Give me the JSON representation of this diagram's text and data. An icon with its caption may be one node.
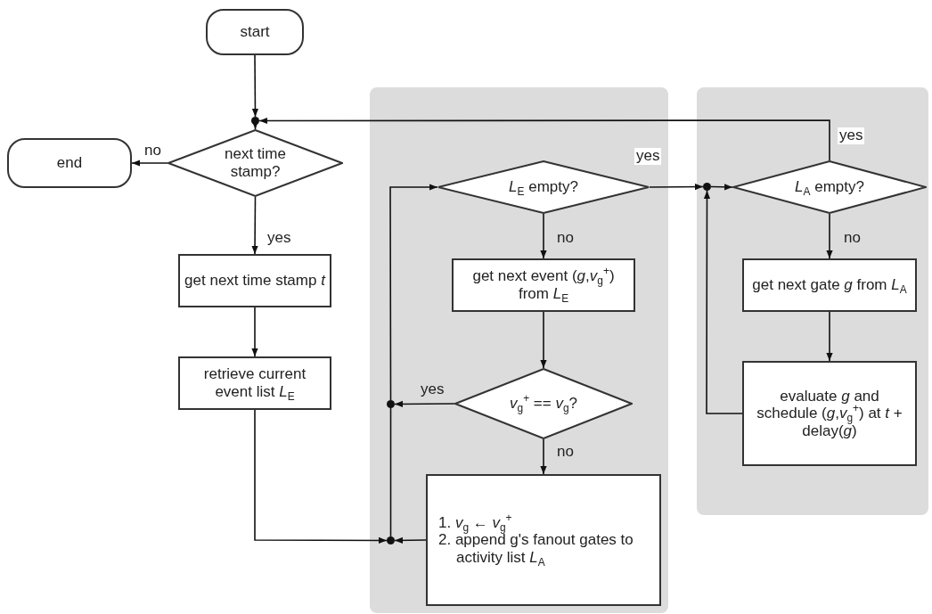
{
  "diagram": {
    "nodes": [
      {
        "text": [
          "start"
        ]
      },
      {
        "text": [],
        "shape": "circle"
      },
      {
        "text": [
          "next time stamp?"
        ]
      },
      {
        "text": [
          "end"
        ]
      },
      {
        "text": [
          "get next time stamp *t*"
        ]
      },
      {
        "text": [
          "retrieve current event list *L*$_{E}$"
        ]
      },
      {
        "text": [],
        "shape": "box"
      },
      {
        "text": [
          "*L*$_{E}$ empty?"
        ],
        "in": 6
      },
      {
        "text": [
          "get next event (*g*,*v*$_{g}$$^{+}$) from *L*$_{E}$"
        ],
        "in": 6
      },
      {
        "text": [
          "*v*$_{g}$$^{+}$ == *v*$_{g}$?"
        ],
        "in": 6
      },
      {
        "text": [
          "1. *v*$_{g}$ ← *v*$_{g}$$^{+}$",
          "2. append g's fanout gates to activity list *L*$_{A}$"
        ],
        "in": 6
      },
      {
        "text": [],
        "shape": "circle",
        "in": 6
      },
      {
        "text": [],
        "shape": "circle",
        "in": 6
      },
      {
        "text": [],
        "shape": "box"
      },
      {
        "text": [],
        "shape": "circle",
        "in": 13
      },
      {
        "text": [
          "*L*$_{A}$ empty?"
        ],
        "in": 13
      },
      {
        "text": [
          "get next gate *g* from *L*$_{A}$"
        ],
        "in": 13
      },
      {
        "text": [
          "evaluate *g* and schedule (*g*,*v*$_{g}$$^{+}$) at *t* + delay(*g*)"
        ],
        "in": 13
      }
    ],
    "edges": [
      {
        "from": 0,
        "to": 1,
        "arrow": "to"
      },
      {
        "from": 1,
        "to": 2,
        "arrow": "to"
      },
      {
        "from": 2,
        "to": 3,
        "arrow": "to",
        "label": "no"
      },
      {
        "from": 2,
        "to": 4,
        "arrow": "to",
        "label": "yes"
      },
      {
        "from": 4,
        "to": 5,
        "arrow": "to"
      },
      {
        "from": 5,
        "to": 12,
        "arrow": "to"
      },
      {
        "from": 12,
        "to": 11,
        "arrow": "none"
      },
      {
        "from": 11,
        "to": 7,
        "arrow": "to"
      },
      {
        "from": 7,
        "to": 8,
        "arrow": "to",
        "label": "no"
      },
      {
        "from": 8,
        "to": 9,
        "arrow": "to"
      },
      {
        "from": 9,
        "to": 11,
        "arrow": "to",
        "label": "yes"
      },
      {
        "from": 9,
        "to": 10,
        "arrow": "to",
        "label": "no"
      },
      {
        "from": 10,
        "to": 12,
        "arrow": "to"
      },
      {
        "from": 7,
        "to": 14,
        "arrow": "to",
        "label": "yes"
      },
      {
        "from": 14,
        "to": 15,
        "arrow": "to"
      },
      {
        "from": 15,
        "to": 16,
        "arrow": "to",
        "label": "no"
      },
      {
        "from": 16,
        "to": 17,
        "arrow": "to"
      },
      {
        "from": 17,
        "to": 14,
        "arrow": "to"
      },
      {
        "from": 15,
        "to": 1,
        "arrow": "to",
        "label": "yes"
      }
    ]
  }
}
